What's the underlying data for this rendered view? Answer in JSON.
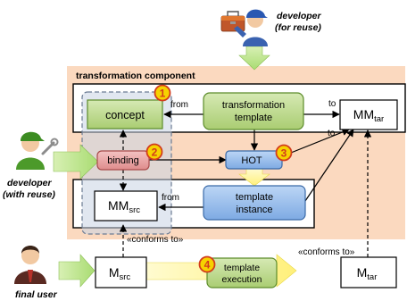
{
  "people": {
    "developer_reuse": {
      "label_line1": "developer",
      "label_line2": "(for reuse)",
      "icon": "developer-with-toolbox-icon"
    },
    "developer_with_reuse": {
      "label_line1": "developer",
      "label_line2": "(with reuse)",
      "icon": "developer-with-wrench-icon"
    },
    "final_user": {
      "label": "final user",
      "icon": "businessman-icon"
    }
  },
  "component": {
    "title": "transformation component"
  },
  "boxes": {
    "concept": "concept",
    "transformation_template_l1": "transformation",
    "transformation_template_l2": "template",
    "mm_tar": {
      "main": "MM",
      "sub": "tar"
    },
    "binding": "binding",
    "hot": "HOT",
    "mm_src": {
      "main": "MM",
      "sub": "src"
    },
    "template_instance_l1": "template",
    "template_instance_l2": "instance",
    "m_src": {
      "main": "M",
      "sub": "src"
    },
    "template_execution_l1": "template",
    "template_execution_l2": "execution",
    "m_tar": {
      "main": "M",
      "sub": "tar"
    }
  },
  "edge_labels": {
    "from_top": "from",
    "to_top": "to",
    "to_hot": "to",
    "from_bottom": "from",
    "conforms_left": "«conforms to»",
    "conforms_right": "«conforms to»"
  },
  "badges": {
    "b1": "1",
    "b2": "2",
    "b3": "3",
    "b4": "4"
  },
  "colors": {
    "band": "#fbd9bf",
    "green_box": "#c4dc9a",
    "green_box_dark": "#7aa53e",
    "blue_box": "#9dc1ea",
    "blue_box_dark": "#4a7ec0",
    "binding_box": "#e8a3a3",
    "badge": "#f6d200",
    "badge_border": "#d23b1c",
    "arrow_green": "#b9e28a",
    "arrow_yellow": "#fff59b"
  }
}
